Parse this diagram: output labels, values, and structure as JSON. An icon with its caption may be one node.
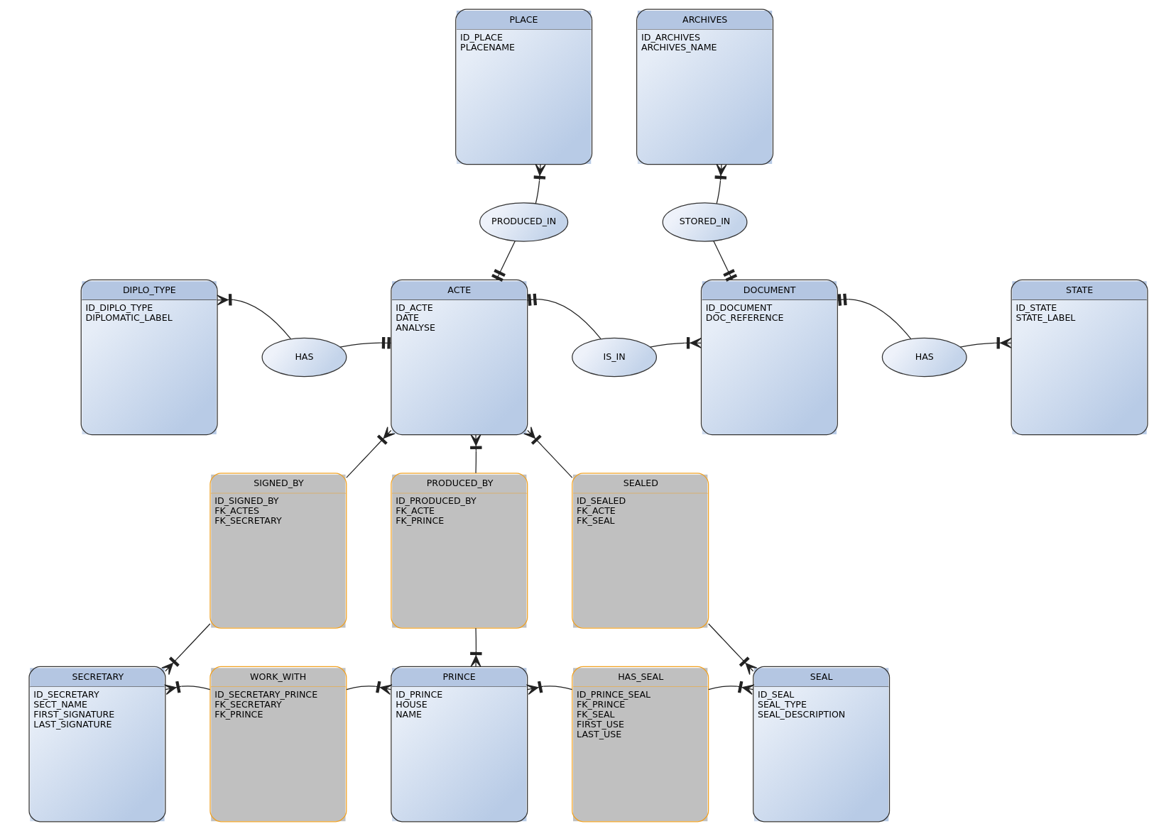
{
  "diagram": {
    "nodes": [
      {
        "text": [
          "PLACE",
          "ID_PLACE",
          "PLACENAME"
        ]
      },
      {
        "text": [
          "ARCHIVES",
          "ID_ARCHIVES",
          "ARCHIVES_NAME"
        ]
      },
      {
        "text": [
          "PRODUCED_IN"
        ]
      },
      {
        "text": [
          "STORED_IN"
        ]
      },
      {
        "text": [
          "DIPLO_TYPE",
          "ID_DIPLO_TYPE",
          "DIPLOMATIC_LABEL"
        ]
      },
      {
        "text": [
          "HAS"
        ]
      },
      {
        "text": [
          "ACTE",
          "ID_ACTE",
          "DATE",
          "ANALYSE"
        ]
      },
      {
        "text": [
          "IS_IN"
        ]
      },
      {
        "text": [
          "DOCUMENT",
          "ID_DOCUMENT",
          "DOC_REFERENCE"
        ]
      },
      {
        "text": [
          "HAS"
        ]
      },
      {
        "text": [
          "STATE",
          "ID_STATE",
          "STATE_LABEL"
        ]
      },
      {
        "text": [
          "SIGNED_BY",
          "ID_SIGNED_BY",
          "FK_ACTES",
          "FK_SECRETARY"
        ]
      },
      {
        "text": [
          "PRODUCED_BY",
          "ID_PRODUCED_BY",
          "FK_ACTE",
          "FK_PRINCE"
        ]
      },
      {
        "text": [
          "SEALED",
          "ID_SEALED",
          "FK_ACTE",
          "FK_SEAL"
        ]
      },
      {
        "text": [
          "SECRETARY",
          "ID_SECRETARY",
          "SECT_NAME",
          "FIRST_SIGNATURE",
          "LAST_SIGNATURE"
        ]
      },
      {
        "text": [
          "WORK_WITH",
          "ID_SECRETARY_PRINCE",
          "FK_SECRETARY",
          "FK_PRINCE"
        ]
      },
      {
        "text": [
          "PRINCE",
          "ID_PRINCE",
          "HOUSE",
          "NAME"
        ]
      },
      {
        "text": [
          "HAS_SEAL",
          "ID_PRINCE_SEAL",
          "FK_PRINCE",
          "FK_SEAL",
          "FIRST_USE",
          "LAST_USE"
        ]
      },
      {
        "text": [
          "SEAL",
          "ID_SEAL",
          "SEAL_TYPE",
          "SEAL_DESCRIPTION"
        ]
      }
    ],
    "edges": [
      {
        "from": 2,
        "to": 0,
        "arrow": "other"
      },
      {
        "from": 2,
        "to": 6,
        "arrow": "other"
      },
      {
        "from": 3,
        "to": 1,
        "arrow": "other"
      },
      {
        "from": 3,
        "to": 8,
        "arrow": "other"
      },
      {
        "from": 5,
        "to": 4,
        "arrow": "other"
      },
      {
        "from": 5,
        "to": 6,
        "arrow": "other"
      },
      {
        "from": 7,
        "to": 6,
        "arrow": "other"
      },
      {
        "from": 7,
        "to": 8,
        "arrow": "other"
      },
      {
        "from": 9,
        "to": 8,
        "arrow": "other"
      },
      {
        "from": 9,
        "to": 10,
        "arrow": "other"
      },
      {
        "from": 11,
        "to": 6,
        "arrow": "other"
      },
      {
        "from": 12,
        "to": 6,
        "arrow": "other"
      },
      {
        "from": 13,
        "to": 6,
        "arrow": "other"
      },
      {
        "from": 11,
        "to": 14,
        "arrow": "other"
      },
      {
        "from": 12,
        "to": 16,
        "arrow": "other"
      },
      {
        "from": 13,
        "to": 18,
        "arrow": "other"
      },
      {
        "from": 15,
        "to": 14,
        "arrow": "other"
      },
      {
        "from": 15,
        "to": 16,
        "arrow": "other"
      },
      {
        "from": 17,
        "to": 16,
        "arrow": "other"
      },
      {
        "from": 17,
        "to": 18,
        "arrow": "other"
      }
    ]
  }
}
